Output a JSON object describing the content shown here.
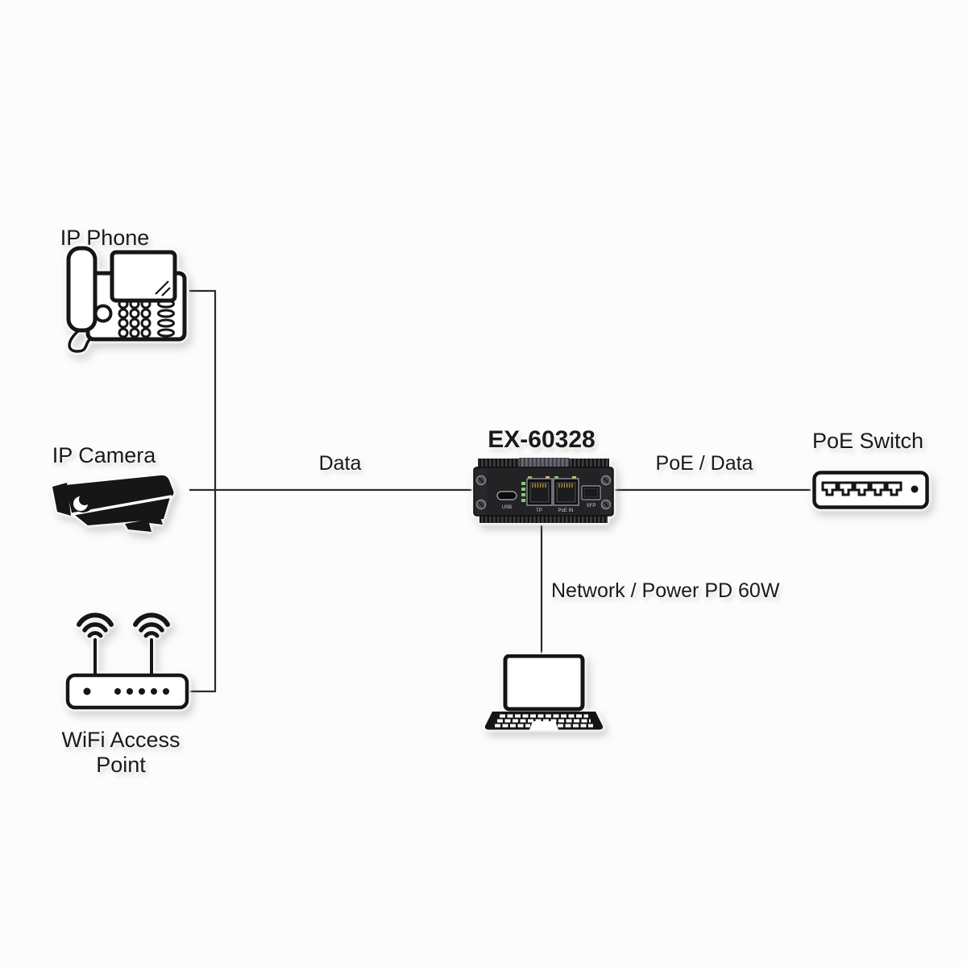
{
  "colors": {
    "background": "#fcfcfc",
    "line": "#2b2b2b",
    "text": "#1a1a1a",
    "icon_stroke": "#161616",
    "device_body": "#28282b",
    "led_green": "#8bc972",
    "led_yellow": "#d6c35a"
  },
  "nodes": {
    "ip_phone": {
      "label": "IP Phone"
    },
    "ip_camera": {
      "label": "IP Camera"
    },
    "wifi_access_point": {
      "label_line1": "WiFi Access",
      "label_line2": "Point"
    },
    "ex60328": {
      "label": "EX-60328",
      "ports": {
        "usb": "USB",
        "tp": "TP",
        "poe_in": "PoE IN",
        "sfp": "SFP"
      }
    },
    "poe_switch": {
      "label": "PoE Switch"
    }
  },
  "connections": {
    "data": {
      "label": "Data"
    },
    "poe_data": {
      "label": "PoE / Data"
    },
    "network_power": {
      "label": "Network / Power PD 60W"
    }
  }
}
